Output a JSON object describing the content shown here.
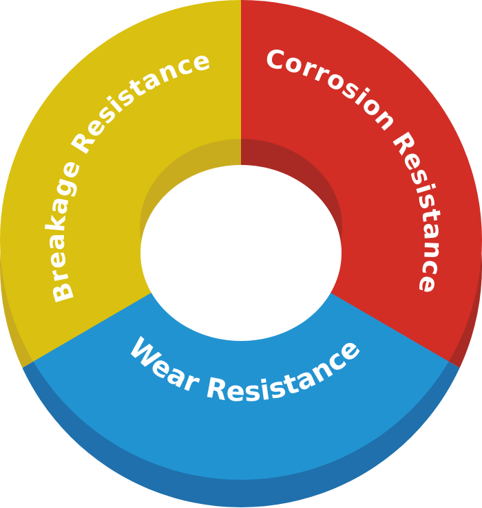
{
  "diagram": {
    "type": "3d-donut-ring",
    "segments": [
      {
        "id": "breakage",
        "label": "Breakage Resistance",
        "position": "top-left",
        "color_top": "#DAC010",
        "color_inner_wall": "#C9AC1E",
        "color_side": "#C9AC1E"
      },
      {
        "id": "corrosion",
        "label": "Corrosion Resistance",
        "position": "top-right",
        "color_top": "#D22E26",
        "color_inner_wall": "#A92A24",
        "color_side": "#A92A24"
      },
      {
        "id": "wear",
        "label": "Wear Resistance",
        "position": "bottom",
        "color_top": "#2293D1",
        "color_inner_wall": "#1F70AC",
        "color_side": "#1F70AC"
      }
    ],
    "background": "#FFFFFF",
    "text_color": "#FFFFFF"
  }
}
